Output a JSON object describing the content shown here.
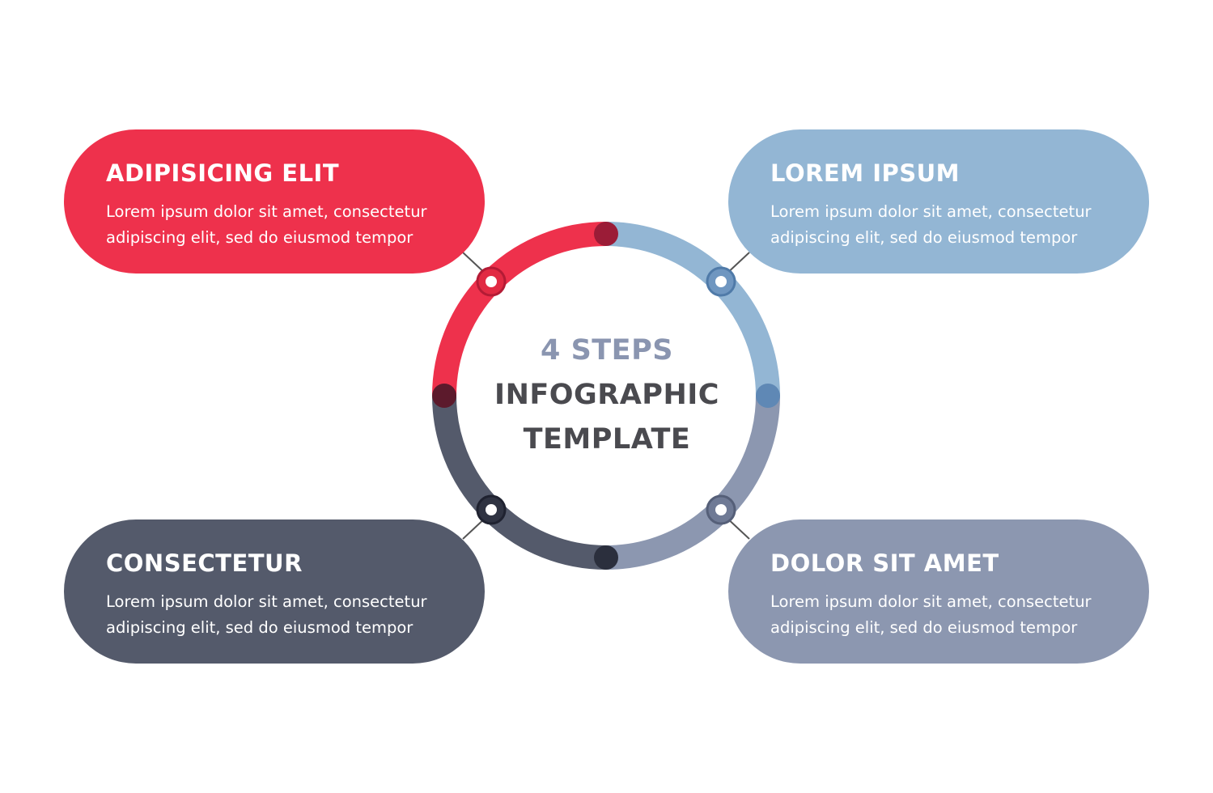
{
  "center": {
    "line1": "4 STEPS",
    "line2": "INFOGRAPHIC",
    "line3": "TEMPLATE",
    "line1_color": "#8a95b0",
    "text_color": "#4a4a4f"
  },
  "steps": [
    {
      "title": "LOREM IPSUM",
      "text_line1": "Lorem ipsum dolor sit amet, consectetur",
      "text_line2": "adipiscing elit, sed do eiusmod tempor",
      "color": "#93b6d4",
      "dark": "#5f88b5"
    },
    {
      "title": "DOLOR SIT AMET",
      "text_line1": "Lorem ipsum dolor sit amet, consectetur",
      "text_line2": "adipiscing elit, sed do eiusmod tempor",
      "color": "#8c97b0",
      "dark": "#5e6985"
    },
    {
      "title": "CONSECTETUR",
      "text_line1": "Lorem ipsum dolor sit amet, consectetur",
      "text_line2": "adipiscing elit, sed do eiusmod tempor",
      "color": "#545a6b",
      "dark": "#2b2f3d"
    },
    {
      "title": "ADIPISICING ELIT",
      "text_line1": "Lorem ipsum dolor sit amet, consectetur",
      "text_line2": "adipiscing elit, sed do eiusmod tempor",
      "color": "#ee314c",
      "dark": "#9b1c37"
    }
  ]
}
